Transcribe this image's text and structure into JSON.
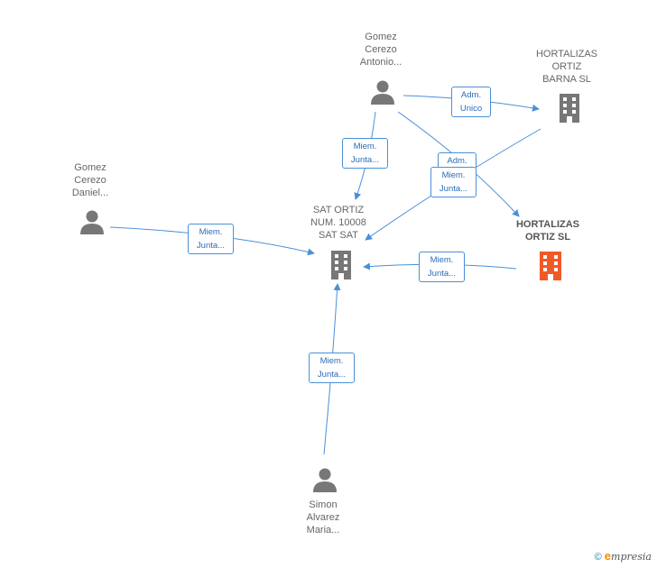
{
  "nodes": {
    "gomez_antonio": {
      "lines": [
        "Gomez",
        "Cerezo",
        "Antonio..."
      ]
    },
    "hortalizas_barna": {
      "lines": [
        "HORTALIZAS",
        "ORTIZ",
        "BARNA SL"
      ]
    },
    "gomez_daniel": {
      "lines": [
        "Gomez",
        "Cerezo",
        "Daniel..."
      ]
    },
    "sat_ortiz": {
      "lines": [
        "SAT ORTIZ",
        "NUM. 10008",
        "SAT SAT"
      ]
    },
    "hortalizas_ortiz": {
      "lines": [
        "HORTALIZAS",
        "ORTIZ SL"
      ]
    },
    "simon_alvarez": {
      "lines": [
        "Simon",
        "Alvarez",
        "Maria..."
      ]
    }
  },
  "edges": {
    "adm_unico": {
      "lines": [
        "Adm.",
        "Unico"
      ]
    },
    "miem_antonio_sat": {
      "lines": [
        "Miem.",
        "Junta..."
      ]
    },
    "adm_barna_ortiz": {
      "lines": [
        "Adm."
      ]
    },
    "miem_barna_sat": {
      "lines": [
        "Miem.",
        "Junta..."
      ]
    },
    "miem_daniel_sat": {
      "lines": [
        "Miem.",
        "Junta..."
      ]
    },
    "miem_ortiz_sat": {
      "lines": [
        "Miem.",
        "Junta..."
      ]
    },
    "miem_simon_sat": {
      "lines": [
        "Miem.",
        "Junta..."
      ]
    }
  },
  "colors": {
    "edge": "#4a90d9",
    "person": "#777777",
    "company": "#777777",
    "company_focus": "#f05a28"
  },
  "footer": {
    "copyright": "©",
    "brand": "mpresia",
    "brand_initial": "e"
  }
}
